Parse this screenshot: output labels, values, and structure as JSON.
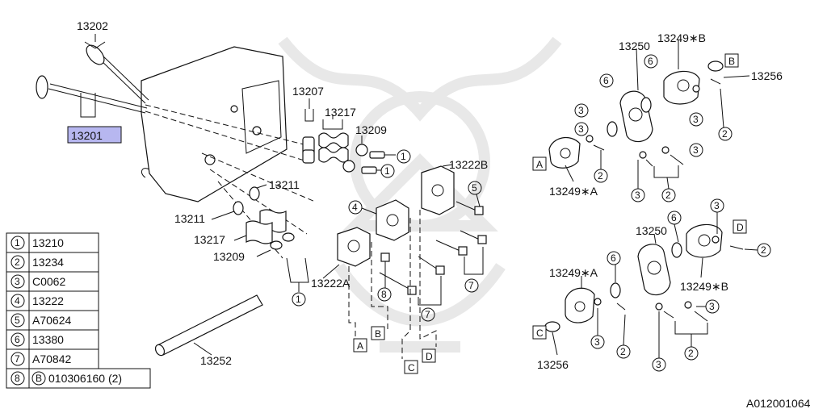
{
  "diagram_id": "A012001064",
  "legend": [
    {
      "key": "1",
      "part": "13210"
    },
    {
      "key": "2",
      "part": "13234"
    },
    {
      "key": "3",
      "part": "C0062"
    },
    {
      "key": "4",
      "part": "13222"
    },
    {
      "key": "5",
      "part": "A70624"
    },
    {
      "key": "6",
      "part": "13380"
    },
    {
      "key": "7",
      "part": "A70842"
    },
    {
      "key": "8",
      "part": "010306160 (2)",
      "prefix": "B"
    }
  ],
  "part_labels": {
    "valve_exhaust": "13202",
    "valve_intake": "13201",
    "lash_adjuster_upper": "13207",
    "valve_spring_upper": "13217",
    "retainer_upper": "13209",
    "rocker_shaft_support_b": "13222B",
    "valve_seal_a": "13211",
    "valve_seal_b": "13211",
    "valve_spring_lower": "13217",
    "retainer_lower": "13209",
    "rocker_shaft_support_a": "13222A",
    "rocker_shaft": "13252",
    "rocker_arm_top": "13250",
    "rocker_arm_top_b": "13249∗B",
    "shim_top": "13256",
    "rocker_arm_top_a": "13249∗A",
    "rocker_arm_bottom": "13250",
    "rocker_arm_bottom_a": "13249∗A",
    "rocker_arm_bottom_b": "13249∗B",
    "shim_bottom": "13256"
  },
  "box_refs": {
    "a": "A",
    "b": "B",
    "c": "C",
    "d": "D"
  },
  "colors": {
    "highlight": "#b7b7f0",
    "ink": "#111111"
  }
}
